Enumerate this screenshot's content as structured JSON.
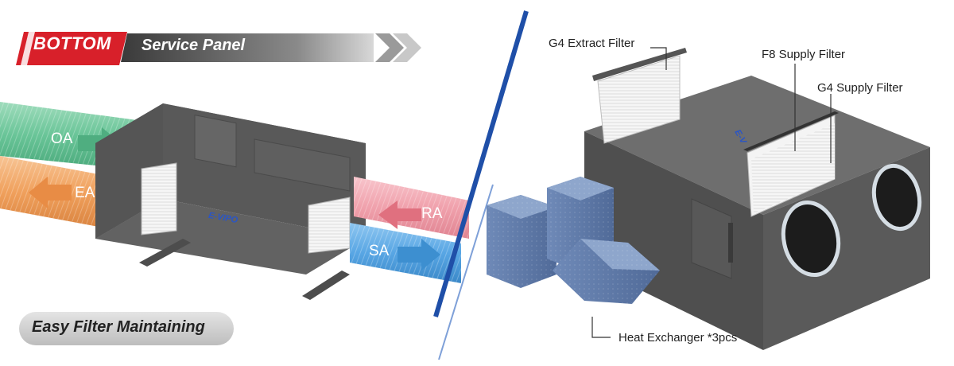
{
  "banner": {
    "primary": "BOTTOM",
    "secondary": "Service Panel",
    "accent_color": "#d8202a"
  },
  "badge": {
    "text": "Easy Filter Maintaining"
  },
  "left_scene": {
    "brand": "E-VIPO",
    "airflows": [
      {
        "label": "OA",
        "color": "#6cc79a"
      },
      {
        "label": "EA",
        "color": "#f2a35e"
      },
      {
        "label": "RA",
        "color": "#f2a2ae"
      },
      {
        "label": "SA",
        "color": "#5aa8e6"
      }
    ]
  },
  "right_scene": {
    "brand": "E-V",
    "callouts": [
      {
        "label": "G4 Extract Filter"
      },
      {
        "label": "F8 Supply Filter"
      },
      {
        "label": "G4 Supply Filter"
      },
      {
        "label": "Heat Exchanger *3pcs"
      }
    ]
  },
  "divider_color": "#1f4fa8"
}
